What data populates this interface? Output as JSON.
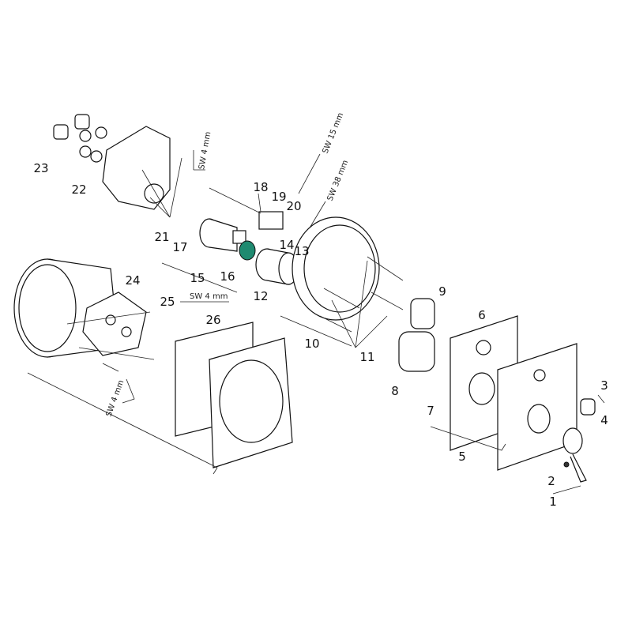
{
  "diagram": {
    "part_numbers": [
      "1",
      "2",
      "3",
      "4",
      "5",
      "6",
      "7",
      "8",
      "9",
      "10",
      "11",
      "12",
      "13",
      "14",
      "15",
      "16",
      "17",
      "18",
      "19",
      "20",
      "21",
      "22",
      "23",
      "24",
      "25",
      "26"
    ],
    "tool_labels": {
      "sw4_a": "SW 4 mm",
      "sw4_b": "SW 4 mm",
      "sw4_c": "SW 4 mm",
      "sw15": "SW 15 mm",
      "sw38": "SW 38 mm"
    },
    "highlight_color": "#1f8a70"
  }
}
